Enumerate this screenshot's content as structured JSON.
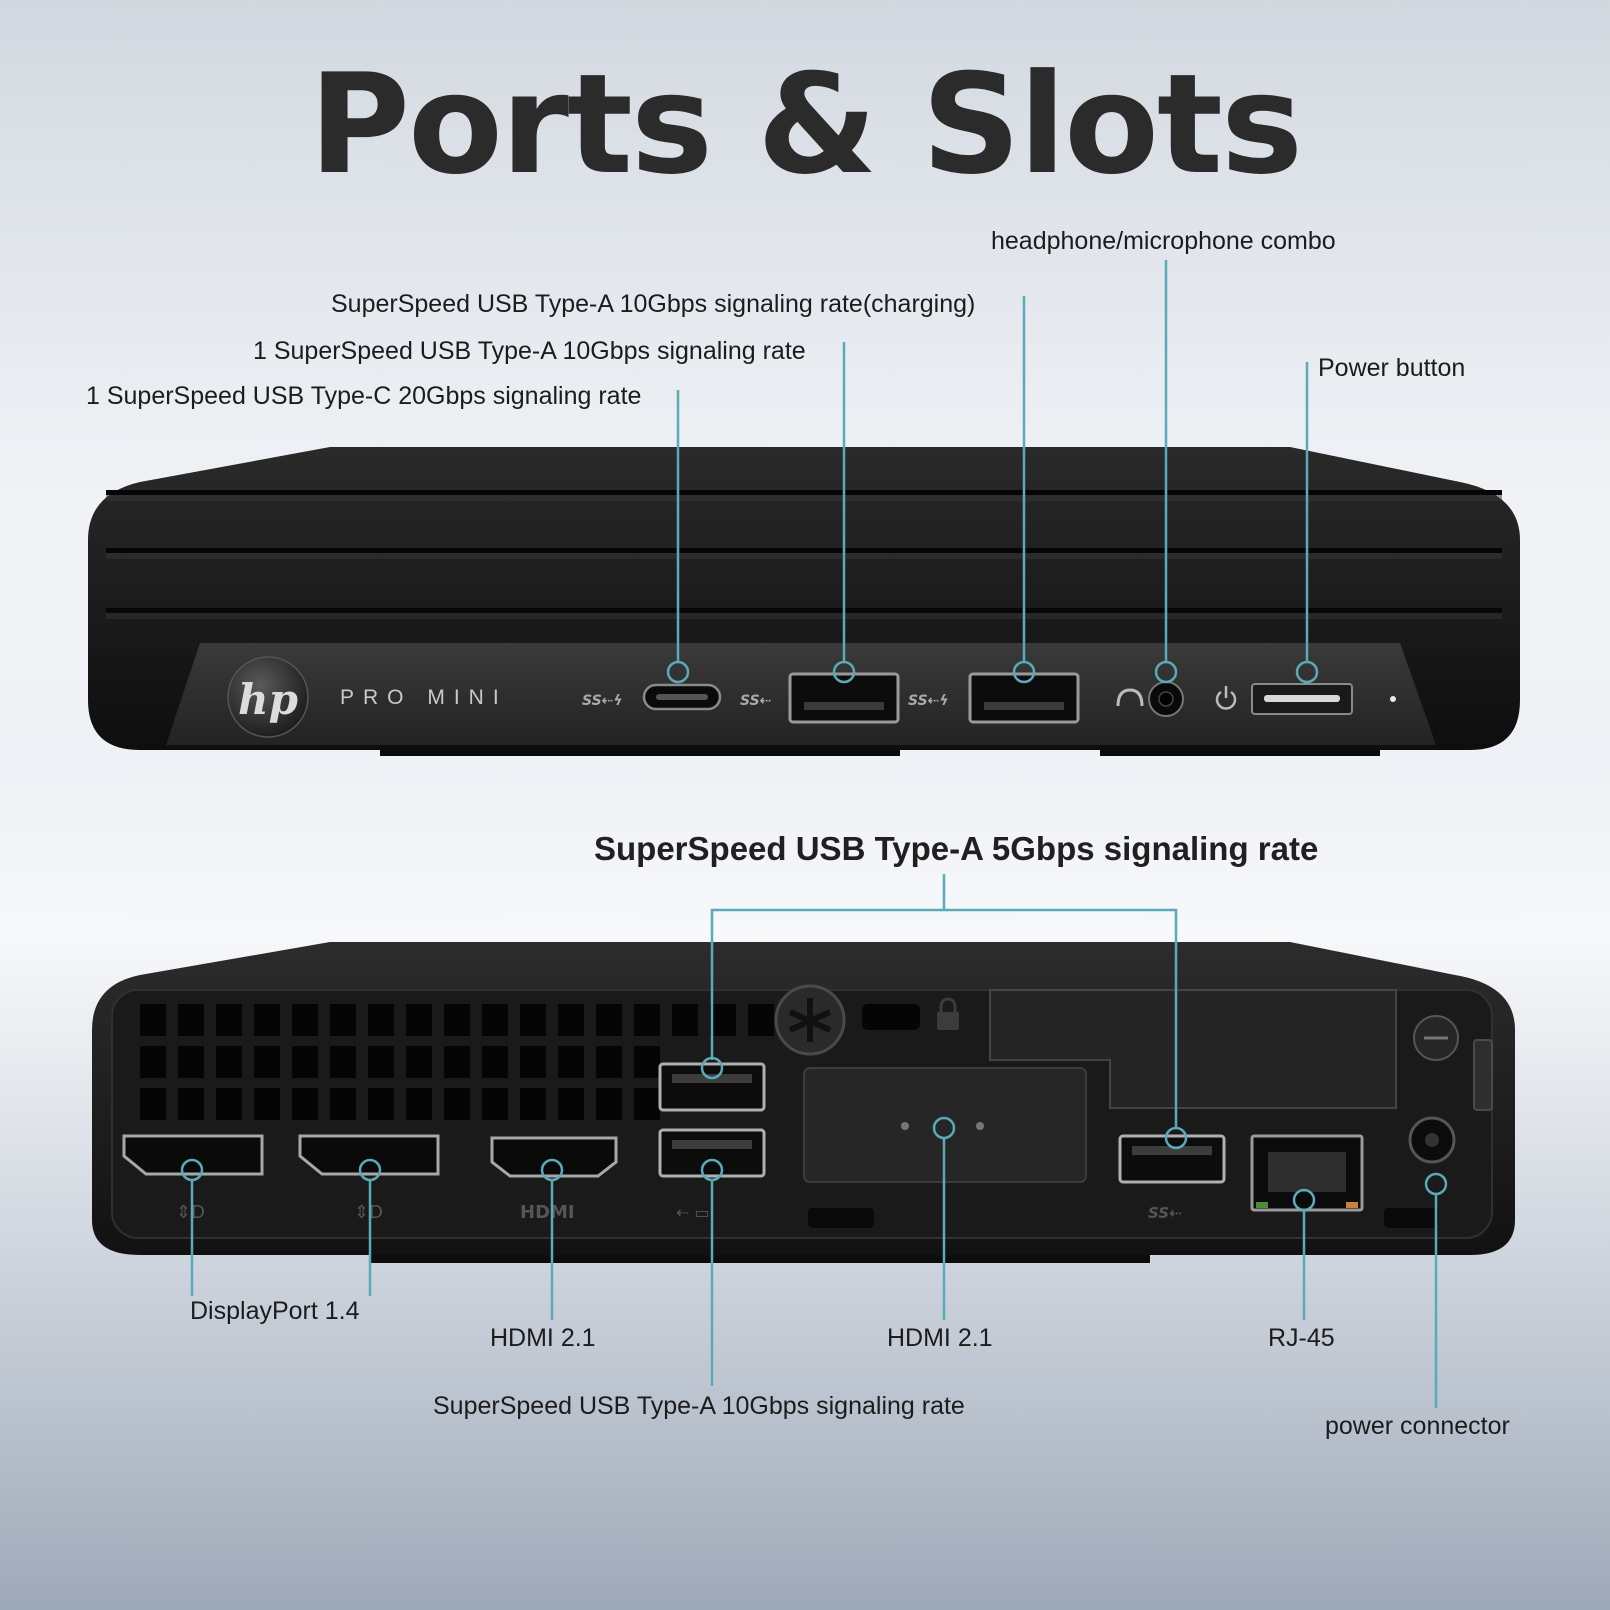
{
  "title": "Ports & Slots",
  "brand": {
    "logo_text": "hp",
    "model_text": "PRO MINI"
  },
  "front_labels": {
    "usb_a_charging": "SuperSpeed USB Type-A 10Gbps signaling rate(charging)",
    "usb_a_10": "1 SuperSpeed USB Type-A 10Gbps signaling rate",
    "usb_c_20": "1 SuperSpeed USB Type-C 20Gbps signaling rate",
    "headphone": "headphone/microphone combo",
    "power_button": "Power button"
  },
  "rear_labels": {
    "usb_a_5_group": "SuperSpeed USB Type-A 5Gbps signaling rate",
    "displayport": "DisplayPort 1.4",
    "hdmi_left": "HDMI 2.1",
    "hdmi_center": "HDMI 2.1",
    "rj45": "RJ-45",
    "usb_a_10_rear": "SuperSpeed USB Type-A 10Gbps signaling rate",
    "power_connector": "power connector"
  },
  "colors": {
    "callout": "#5aaab8",
    "chassis": "#1c1c1c",
    "title": "#2b2b2b"
  }
}
